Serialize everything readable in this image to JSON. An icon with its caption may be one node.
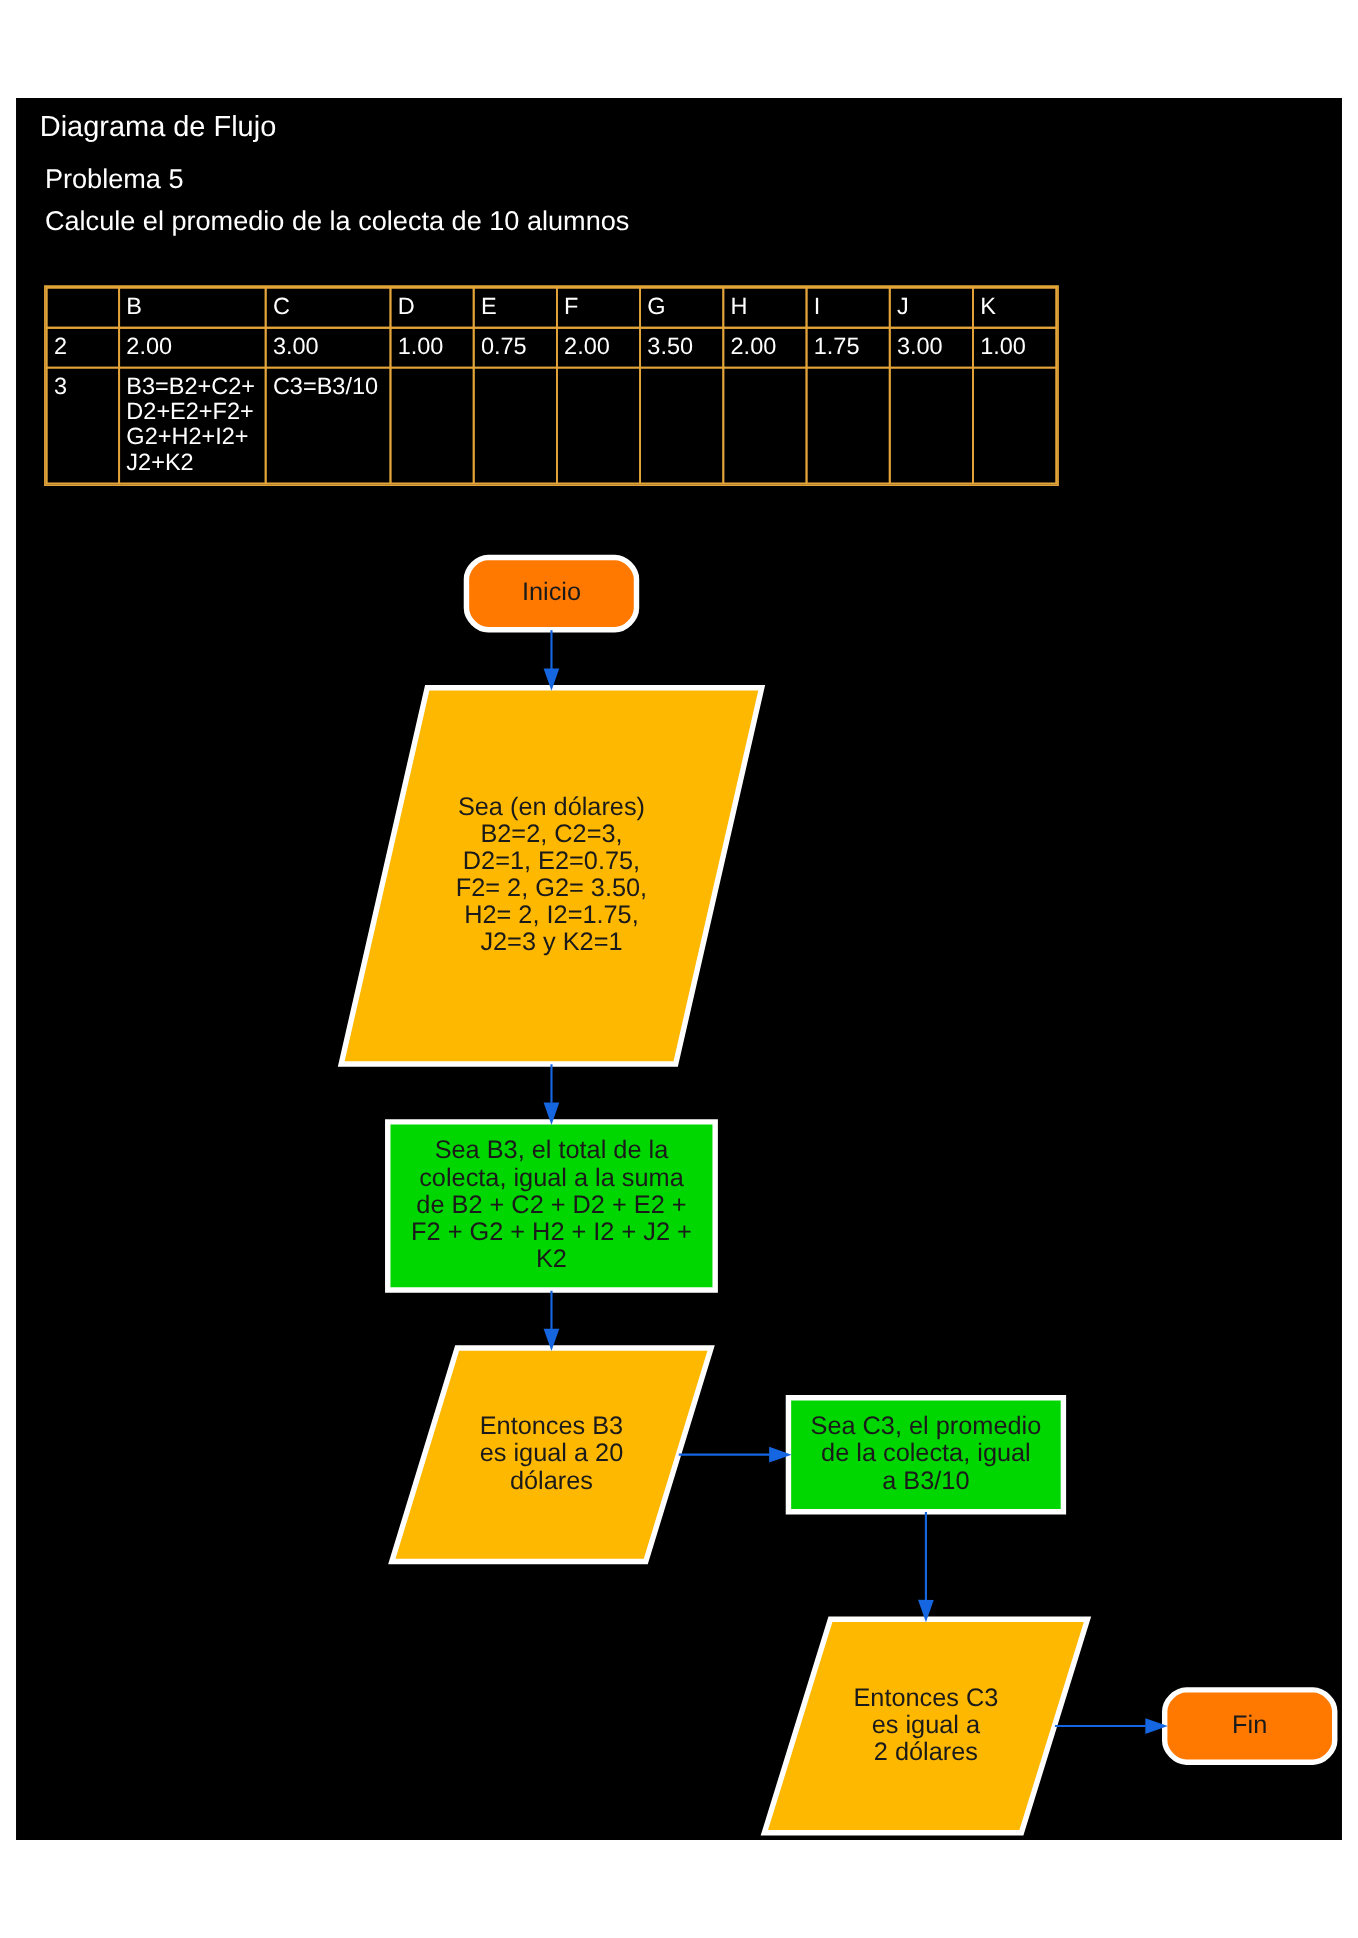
{
  "diagram": {
    "title": "Diagrama de Flujo",
    "nodes": [
      {
        "text": [
          "Inicio"
        ]
      },
      {
        "text": [
          "Sea (en dólares) B2=2, C2=3, D2=1, E2=0.75, F2= 2, G2= 3.50, H2= 2, I2=1.75, J2=3 y K2=1"
        ]
      },
      {
        "text": [
          "Sea B3, el total de la colecta, igual a la suma de B2 + C2 + D2 + E2 + F2 + G2 + H2 + I2 + J2 + K2"
        ]
      },
      {
        "text": [
          "Entonces B3 es igual a 20 dólares"
        ]
      },
      {
        "text": [
          "Sea C3, el promedio de la colecta, igual a B3/10"
        ]
      },
      {
        "text": [
          "Entonces C3 es igual a 2 dólares"
        ]
      },
      {
        "text": [
          "Fin"
        ]
      }
    ],
    "edges": [
      {
        "from": 0,
        "to": 1,
        "arrow": "to"
      },
      {
        "from": 1,
        "to": 2,
        "arrow": "to"
      },
      {
        "from": 2,
        "to": 3,
        "arrow": "to"
      },
      {
        "from": 3,
        "to": 4,
        "arrow": "to"
      },
      {
        "from": 4,
        "to": 5,
        "arrow": "to"
      },
      {
        "from": 5,
        "to": 6,
        "arrow": "to"
      }
    ],
    "labels": [
      "Problema 5",
      "Calcule el promedio de la colecta de 10 alumnos",
      "B",
      "C",
      "D",
      "E",
      "F",
      "G",
      "H",
      "I",
      "J",
      "K",
      "2",
      "2.00",
      "3.00",
      "1.00",
      "0.75",
      "2.00",
      "3.50",
      "2.00",
      "1.75",
      "3.00",
      "1.00",
      "3",
      "B3=B2+C2+ D2+E2+F2+ G2+H2+I2+ J2+K2",
      "C3=B3/10"
    ]
  }
}
